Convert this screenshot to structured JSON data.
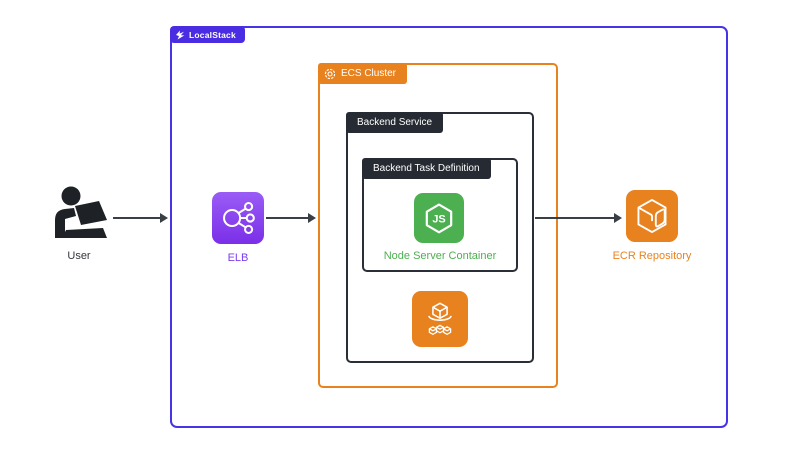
{
  "localstack": {
    "label": "LocalStack"
  },
  "ecs_cluster": {
    "label": "ECS Cluster"
  },
  "backend_service": {
    "label": "Backend Service"
  },
  "task_definition": {
    "label": "Backend Task Definition"
  },
  "nodes": {
    "user": {
      "label": "User",
      "icon": "user-at-laptop-icon"
    },
    "elb": {
      "label": "ELB",
      "icon": "elastic-load-balancer-icon"
    },
    "node_container": {
      "label": "Node Server Container",
      "icon": "nodejs-icon"
    },
    "ecs_service": {
      "icon": "ecs-containers-icon"
    },
    "ecr": {
      "label": "ECR Repository",
      "icon": "ecr-cube-icon"
    }
  },
  "colors": {
    "localstack_border": "#4634e8",
    "localstack_badge": "#4a2ce2",
    "aws_orange": "#e8821e",
    "label_dark": "#262a33",
    "node_green": "#4caf50",
    "elb_purple": "#7d3bf0",
    "arrow": "#3a3f45"
  }
}
